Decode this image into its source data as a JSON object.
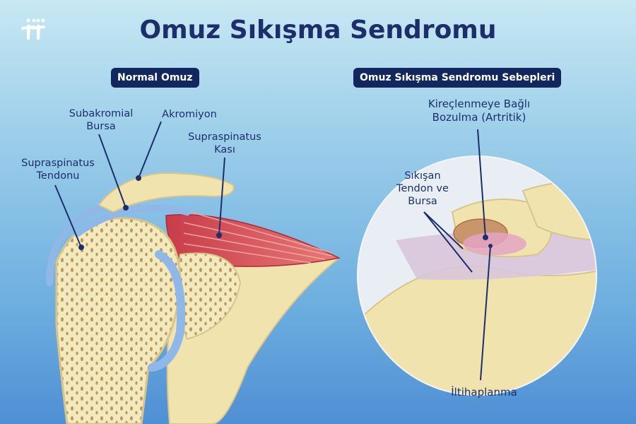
{
  "title": "Omuz Sıkışma Sendromu",
  "logo": "tt-monogram-logo",
  "left_panel": {
    "heading": "Normal Omuz",
    "labels": {
      "bursa_line1": "Subakromial",
      "bursa_line2": "Bursa",
      "acromion": "Akromiyon",
      "muscle_line1": "Supraspinatus",
      "muscle_line2": "Kası",
      "tendon_line1": "Supraspinatus",
      "tendon_line2": "Tendonu"
    }
  },
  "right_panel": {
    "heading": "Omuz Sıkışma Sendromu Sebepleri",
    "labels": {
      "arthritis_line1": "Kireçlenmeye Bağlı",
      "arthritis_line2": "Bozulma (Artritik)",
      "compressed_line1": "Sıkışan",
      "compressed_line2": "Tendon ve",
      "compressed_line3": "Bursa",
      "inflammation": "İltihaplanma"
    }
  },
  "colors": {
    "title": "#1c2f6b",
    "pill_bg": "#12275e",
    "bone": "#f2e6b8",
    "muscle": "#d84a52",
    "bursa": "#8fb8e8"
  }
}
